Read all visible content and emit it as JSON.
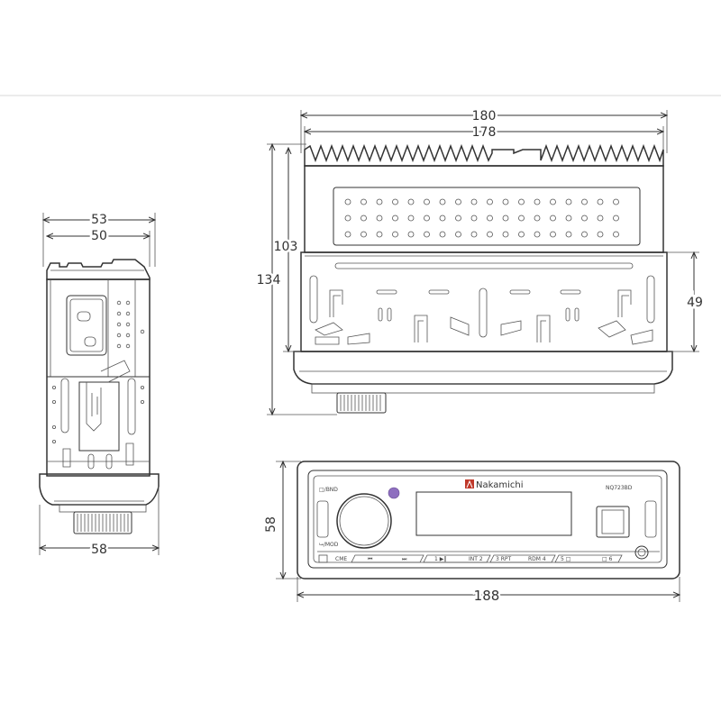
{
  "dimensions": {
    "side_top_outer": "53",
    "side_top_inner": "50",
    "side_bottom": "58",
    "top_outer": "180",
    "top_inner": "178",
    "left_outer": "134",
    "left_inner": "103",
    "right_height": "49",
    "front_height": "58",
    "front_width": "188"
  },
  "faceplate": {
    "brand": "Nakamichi",
    "model": "NQ723BD",
    "buttons": {
      "band": "□/BND",
      "mod": "⮡/MOD",
      "cme": "CME",
      "prev": "⏮",
      "next": "⏭",
      "preset1": "1 ▶‖",
      "preset2": "INT 2",
      "preset3": "3 RPT",
      "preset4": "RDM 4",
      "preset5": "5 □",
      "preset6": "□ 6"
    }
  }
}
